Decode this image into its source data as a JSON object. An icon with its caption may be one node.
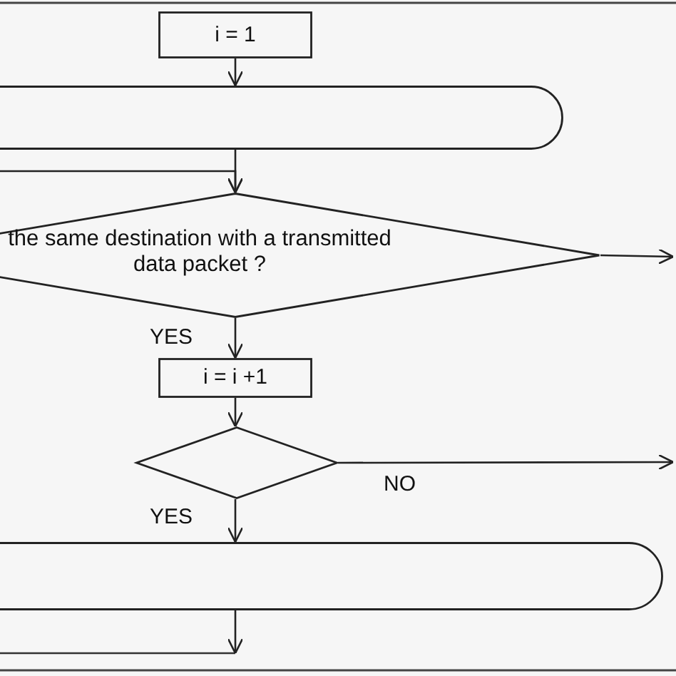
{
  "diagram": {
    "nodes": [
      {
        "text": [
          "i = 1"
        ]
      },
      {
        "text": [],
        "shape": "box"
      },
      {
        "text": [
          "the same destination with a transmitted data packet ?"
        ]
      },
      {
        "text": [
          "i = i +1"
        ]
      },
      {
        "text": [],
        "shape": "diamond"
      },
      {
        "text": [],
        "shape": "box"
      }
    ],
    "edges": [
      {
        "from": 0,
        "to": 1,
        "arrow": "to"
      },
      {
        "from": 1,
        "to": 2,
        "arrow": "to"
      },
      {
        "from": null,
        "to": 2,
        "arrow": "to"
      },
      {
        "from": 2,
        "to": null,
        "arrow": "to"
      },
      {
        "from": 2,
        "to": 3,
        "label": "YES",
        "arrow": "to"
      },
      {
        "from": 3,
        "to": 4,
        "arrow": "to"
      },
      {
        "from": 4,
        "to": null,
        "label": "NO",
        "arrow": "to"
      },
      {
        "from": 4,
        "to": 5,
        "label": "YES",
        "arrow": "to"
      },
      {
        "from": 5,
        "to": null,
        "arrow": "to"
      }
    ]
  }
}
